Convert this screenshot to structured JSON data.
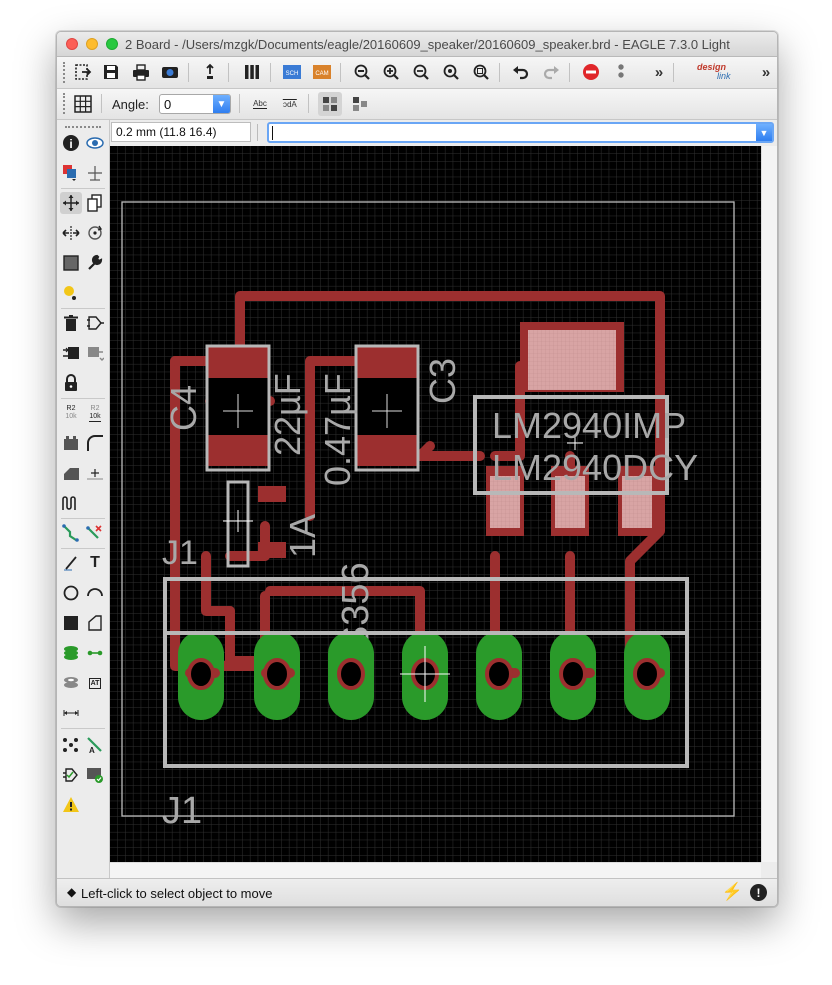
{
  "window": {
    "title": "2 Board - /Users/mzgk/Documents/eagle/20160609_speaker/20160609_speaker.brd - EAGLE 7.3.0 Light"
  },
  "toolbar": {
    "overflow": "»",
    "overflow2": "»",
    "designlink_top": "design",
    "designlink_bottom": "link",
    "sch_label": "SCH",
    "cam_label": "CAM"
  },
  "params": {
    "angle_label": "Angle:",
    "angle_value": "0",
    "mirror_text_label": "Abc",
    "spin_text_label": "Abc"
  },
  "command": {
    "coordinate": "0.2 mm (11.8 16.4)",
    "input_value": ""
  },
  "sidebar": {
    "info": "i",
    "ratsnest_r2_top": "R2",
    "ratsnest_r2_bottom": "10k",
    "value_r2_top": "R2",
    "value_r2_bottom": "10k",
    "text_tool": "T",
    "attribute_tool": "AT"
  },
  "board": {
    "components": {
      "c4_name": "C4",
      "c4_value": "22µF",
      "c3_name": "C3",
      "c3_value": "0.47µF",
      "ic_line1": "LM2940IMP",
      "ic_line2": "LM2940DCY",
      "diode_value": "1A",
      "diode_part": "NDS356",
      "j1_top": "J1",
      "j1_bottom": "J1"
    },
    "colors": {
      "background": "#000000",
      "grid": "#2a2a2a",
      "top_copper": "#9c2f2f",
      "pad": "#2f9a2f",
      "outline": "#b8b8b8",
      "board_edge": "#c8c8c8"
    }
  },
  "status": {
    "message": "Left-click to select object to move"
  }
}
